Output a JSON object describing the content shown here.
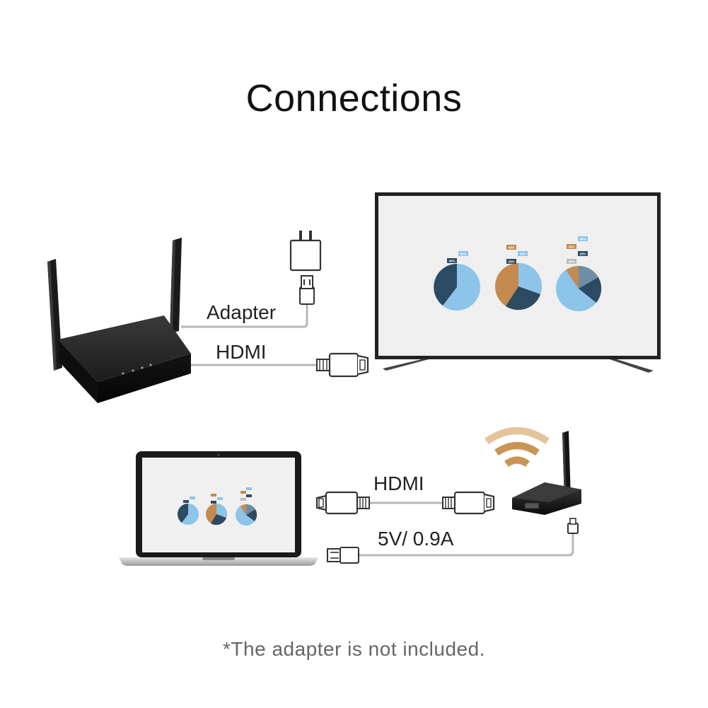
{
  "title": "Connections",
  "labels": {
    "adapter": "Adapter",
    "hdmi_top": "HDMI",
    "hdmi_bottom": "HDMI",
    "power": "5V/ 0.9A"
  },
  "footnote": "*The adapter is not included.",
  "colors": {
    "dark_slice": "#2d4a63",
    "light_slice": "#8cc4ea",
    "tan_slice": "#c48a4f",
    "grey_slice": "#6f8ea5",
    "wifi": "#c89556",
    "cable": "#b8b8b8"
  },
  "screen_charts": {
    "pie1_tags": [
      "40%",
      "60%"
    ],
    "pie2_tags": [
      "40%",
      "35%",
      "25%"
    ],
    "pie3_tags": [
      "40%",
      "20%",
      "20%",
      "20%"
    ]
  }
}
